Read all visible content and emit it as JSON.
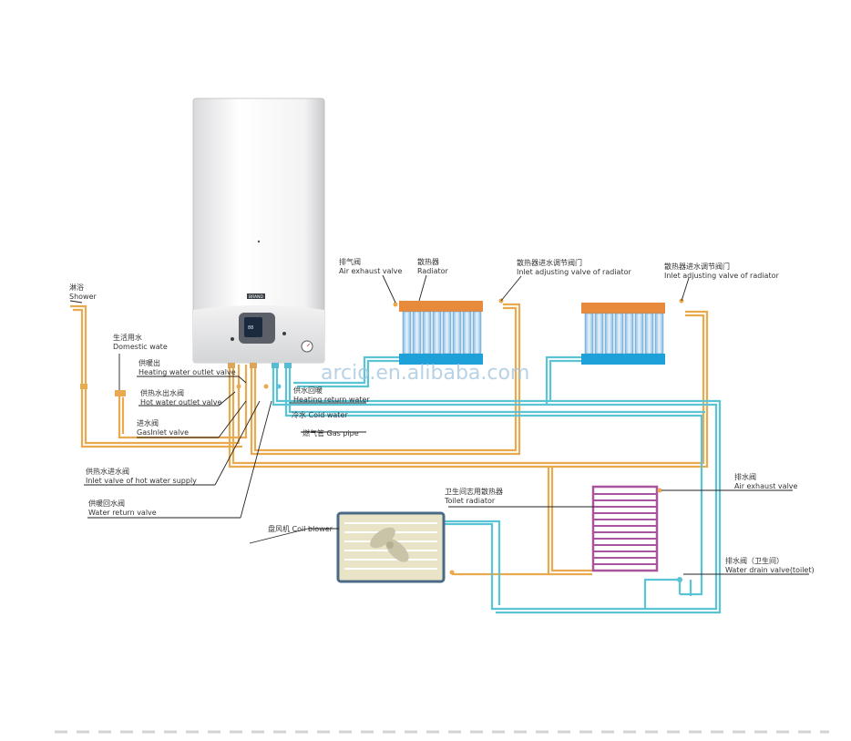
{
  "boiler": {
    "brand": "BRAND",
    "display_digits": "88"
  },
  "labels": {
    "shower_cn": "淋浴",
    "shower_en": "Shower",
    "domestic_cn": "生活用水",
    "domestic_en": "Domestic wate",
    "heating_outlet_cn": "供暖出",
    "heating_outlet_en": "Heating water outlet valve",
    "hot_outlet_cn": "供热水出水阀",
    "hot_outlet_en": "Hot water outlet valve",
    "gas_inlet_cn": "进水阀",
    "gas_inlet_en": "GasInlet valve",
    "hot_supply_cn": "供热水进水阀",
    "hot_supply_en": "Inlet valve of hot water supply",
    "water_return_cn": "供暖回水阀",
    "water_return_en": "Water return valve",
    "heating_return_cn": "供水回暖",
    "heating_return_en": "Heating return water",
    "cold_water": "冷水 Cold  water",
    "gas_pipe": "燃气管 Gas pipe",
    "air_exhaust_cn": "排气阀",
    "air_exhaust_en": "Air exhaust valve",
    "radiator_cn": "散热器",
    "radiator_en": "Radiator",
    "inlet_adj1_cn": "散热器进水调节阀门",
    "inlet_adj1_en": "Inlet adjusting valve of radiator",
    "inlet_adj2_cn": "散热器进水调节阀门",
    "inlet_adj2_en": "Inlet adjusting valve of radiator",
    "toilet_radiator_cn": "卫生间志用散热器",
    "toilet_radiator_en": "Toilet radiator",
    "coil_blower": "盘风机 Coil blower",
    "drain_cn": "排水阀",
    "drain_en": "Air exhaust valve",
    "drain_toilet_cn": "排水阀（卫生间）",
    "drain_toilet_en": "Water drain valve(toilet)"
  },
  "watermark": "arcio.en.alibaba.com",
  "colors": {
    "hot_pipe": "#e9a94f",
    "cold_pipe": "#5bc3d6",
    "radiator_top": "#e88a3c",
    "radiator_bottom": "#1ea0d8",
    "toilet_radiator": "#a8549e",
    "label_line": "#222222"
  }
}
